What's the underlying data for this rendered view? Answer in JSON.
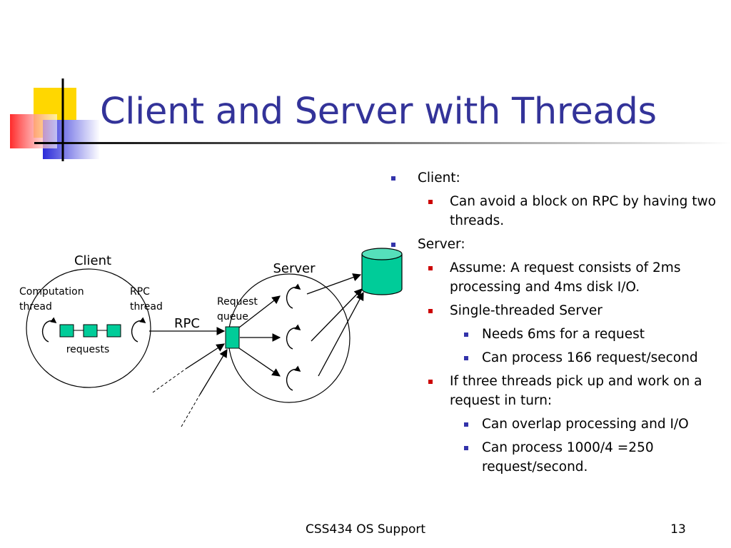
{
  "slide": {
    "title": "Client and Server with Threads",
    "footer": "CSS434 OS Support",
    "page_number": "13"
  },
  "diagram": {
    "client_label": "Client",
    "server_label": "Server",
    "computation_thread_line1": "Computation",
    "computation_thread_line2": "thread",
    "rpc_thread_line1": "RPC",
    "rpc_thread_line2": "thread",
    "requests_label": "requests",
    "rpc_label": "RPC",
    "request_queue_line1": "Request",
    "request_queue_line2": "queue"
  },
  "bullets": [
    {
      "level": 1,
      "text": "Client:"
    },
    {
      "level": 2,
      "text": "Can avoid a block on RPC by having two threads."
    },
    {
      "level": 1,
      "text": "Server:"
    },
    {
      "level": 2,
      "text": "Assume: A request consists of 2ms processing and 4ms disk I/O."
    },
    {
      "level": 2,
      "text": "Single-threaded Server"
    },
    {
      "level": 3,
      "text": "Needs 6ms for a request"
    },
    {
      "level": 3,
      "text": "Can process 166 request/second"
    },
    {
      "level": 2,
      "text": "If three threads pick up and work on a request in turn:"
    },
    {
      "level": 3,
      "text": "Can overlap processing and I/O"
    },
    {
      "level": 3,
      "text": "Can process 1000/4 =250 request/second."
    }
  ],
  "colors": {
    "title": "#333399",
    "bullet_level1": "#3333aa",
    "bullet_level2": "#cc0000",
    "node_fill": "#00cc99",
    "disk_fill": "#00cc99"
  }
}
